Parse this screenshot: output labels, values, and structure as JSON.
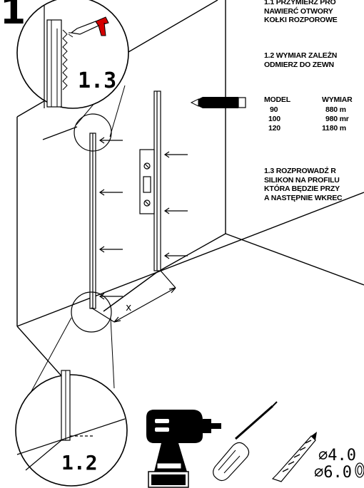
{
  "step": {
    "number": "1"
  },
  "instructions": {
    "s11": [
      "1.1 PRZYMIERZ PRO",
      "NAWIERĆ OTWORY",
      "KOŁKI ROZPOROWE"
    ],
    "s12": [
      "1.2 WYMIAR ZALEŻN",
      "ODMIERZ DO ZEWN"
    ],
    "table": {
      "headers": [
        "MODEL",
        "WYMIAR"
      ],
      "rows": [
        {
          "model": "90",
          "size": "880 m"
        },
        {
          "model": "100",
          "size": "980 mr"
        },
        {
          "model": "120",
          "size": "1180 m"
        }
      ]
    },
    "s13": [
      "1.3 ROZPROWADŹ R",
      "SILIKON NA PROFILU",
      "KTÓRA BĘDZIE PRZY",
      "A NASTĘPNIE WKREC"
    ]
  },
  "callouts": {
    "detail_top": "1.3",
    "detail_bottom": "1.2",
    "dimension": "x"
  },
  "drill_bits": [
    "∅4.0",
    "∅6.0"
  ]
}
